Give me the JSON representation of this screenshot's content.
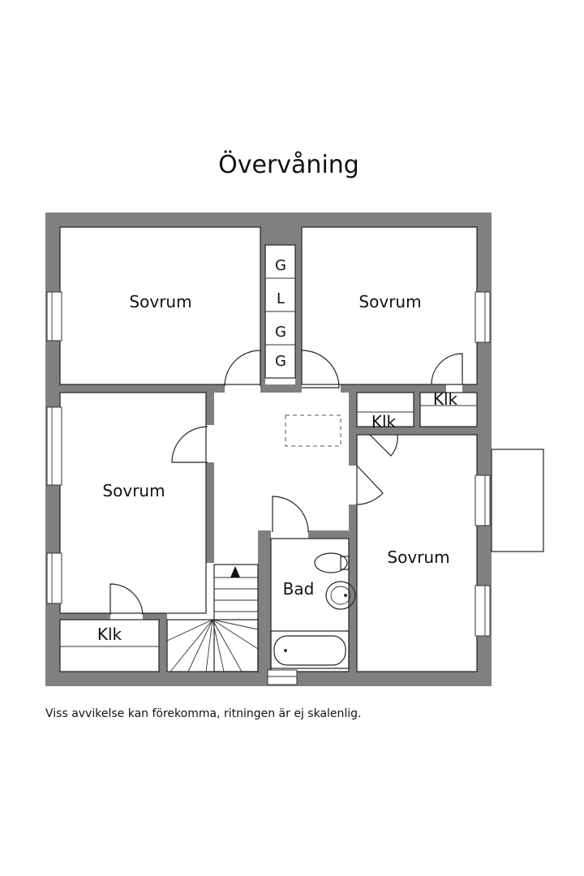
{
  "title": "Övervåning",
  "note": "Viss avvikelse kan förekomma, ritningen är ej skalenlig.",
  "rooms": {
    "bedroom_nw": "Sovrum",
    "bedroom_ne": "Sovrum",
    "bedroom_w": "Sovrum",
    "bedroom_e": "Sovrum",
    "closet_ne": "Klk",
    "closet_center": "Klk",
    "closet_sw": "Klk",
    "bathroom": "Bad"
  },
  "wardrobe": [
    "G",
    "L",
    "G",
    "G"
  ]
}
